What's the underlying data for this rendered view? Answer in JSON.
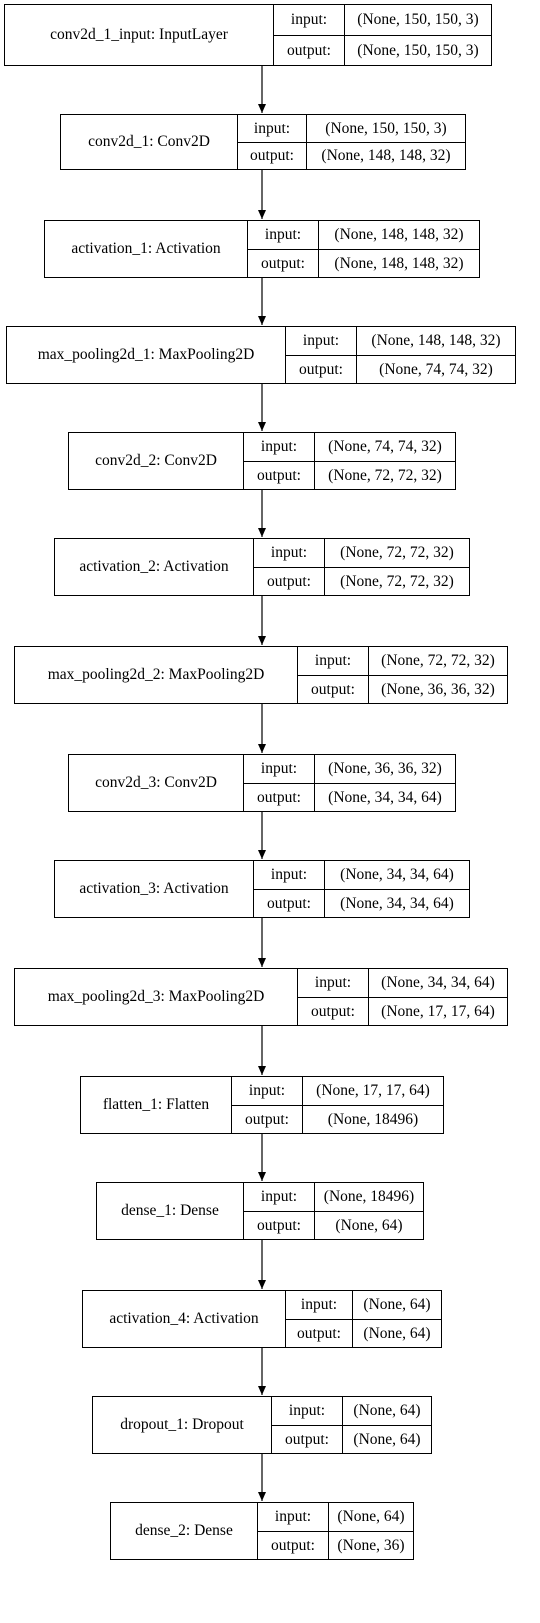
{
  "diagram": {
    "io_labels": {
      "input": "input:",
      "output": "output:"
    },
    "layers": [
      {
        "name": "conv2d_1_input: InputLayer",
        "input": "(None, 150, 150, 3)",
        "output": "(None, 150, 150, 3)"
      },
      {
        "name": "conv2d_1: Conv2D",
        "input": "(None, 150, 150, 3)",
        "output": "(None, 148, 148, 32)"
      },
      {
        "name": "activation_1: Activation",
        "input": "(None, 148, 148, 32)",
        "output": "(None, 148, 148, 32)"
      },
      {
        "name": "max_pooling2d_1: MaxPooling2D",
        "input": "(None, 148, 148, 32)",
        "output": "(None, 74, 74, 32)"
      },
      {
        "name": "conv2d_2: Conv2D",
        "input": "(None, 74, 74, 32)",
        "output": "(None, 72, 72, 32)"
      },
      {
        "name": "activation_2: Activation",
        "input": "(None, 72, 72, 32)",
        "output": "(None, 72, 72, 32)"
      },
      {
        "name": "max_pooling2d_2: MaxPooling2D",
        "input": "(None, 72, 72, 32)",
        "output": "(None, 36, 36, 32)"
      },
      {
        "name": "conv2d_3: Conv2D",
        "input": "(None, 36, 36, 32)",
        "output": "(None, 34, 34, 64)"
      },
      {
        "name": "activation_3: Activation",
        "input": "(None, 34, 34, 64)",
        "output": "(None, 34, 34, 64)"
      },
      {
        "name": "max_pooling2d_3: MaxPooling2D",
        "input": "(None, 34, 34, 64)",
        "output": "(None, 17, 17, 64)"
      },
      {
        "name": "flatten_1: Flatten",
        "input": "(None, 17, 17, 64)",
        "output": "(None, 18496)"
      },
      {
        "name": "dense_1: Dense",
        "input": "(None, 18496)",
        "output": "(None, 64)"
      },
      {
        "name": "activation_4: Activation",
        "input": "(None, 64)",
        "output": "(None, 64)"
      },
      {
        "name": "dropout_1: Dropout",
        "input": "(None, 64)",
        "output": "(None, 64)"
      },
      {
        "name": "dense_2: Dense",
        "input": "(None, 64)",
        "output": "(None, 36)"
      }
    ]
  }
}
